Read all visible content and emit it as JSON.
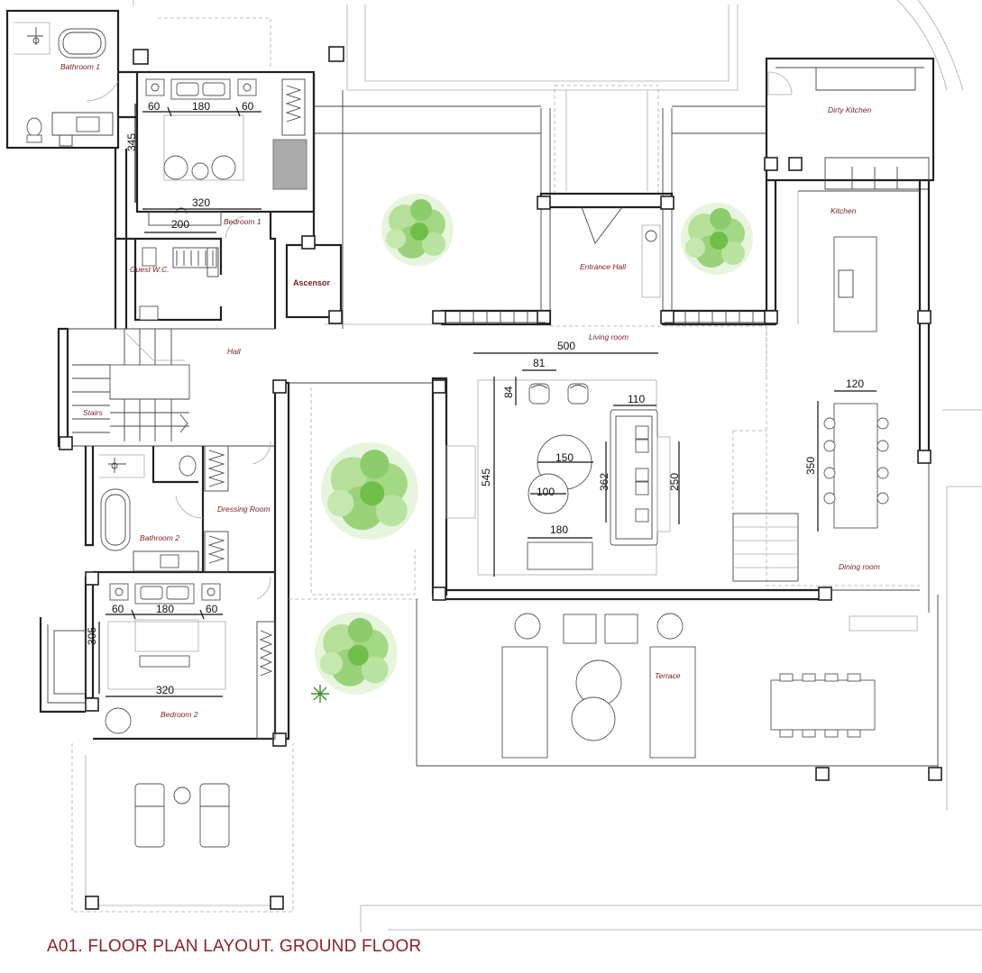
{
  "title": "A01. FLOOR PLAN LAYOUT. GROUND FLOOR",
  "colors": {
    "room_label": "#7a1d1d",
    "title": "#8b2326",
    "plant": "#6fbf4a",
    "wall": "#222222"
  },
  "rooms": {
    "bathroom1": "Bathroom 1",
    "bedroom1": "Bedroom 1",
    "guest_wc": "Guest W.C.",
    "ascensor": "Ascensor",
    "hall": "Hall",
    "stairs": "Stairs",
    "entrance_hall": "Entrance Hall",
    "living_room": "Living room",
    "dirty_kitchen": "Dirty Kitchen",
    "kitchen": "Kitchen",
    "dining_room": "Dining room",
    "bathroom2": "Bathroom 2",
    "dressing_room": "Dressing Room",
    "bedroom2": "Bedroom 2",
    "terrace": "Terrace"
  },
  "dimensions": {
    "b1_left": "60",
    "b1_bed": "180",
    "b1_right": "60",
    "b1_depth": "345",
    "b1_width": "320",
    "b1_wardrobe": "200",
    "lr_width": "500",
    "lr_chair_w": "81",
    "lr_chair_d": "84",
    "lr_sofa_w": "110",
    "lr_depth": "545",
    "lr_table_big": "150",
    "lr_table_small": "100",
    "lr_rug": "362",
    "lr_sofa_len": "250",
    "lr_bench": "180",
    "dr_table_w": "120",
    "dr_table_l": "350",
    "b2_left": "60",
    "b2_bed": "180",
    "b2_right": "60",
    "b2_depth": "305",
    "b2_width": "320"
  }
}
